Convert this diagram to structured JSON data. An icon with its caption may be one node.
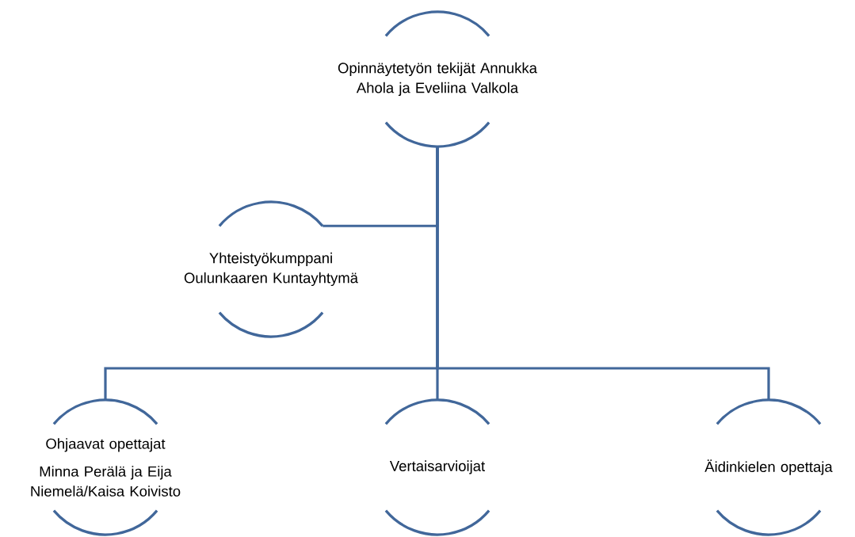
{
  "diagram": {
    "nodes": [
      {
        "text": [
          "Opinnäytetyön tekijät Annukka Ahola ja Eveliina Valkola"
        ]
      },
      {
        "text": [
          "Yhteistyökumppani Oulunkaaren Kuntayhtymä"
        ]
      },
      {
        "text": [
          "Ohjaavat opettajat",
          "Minna Perälä ja Eija Niemelä/Kaisa Koivisto"
        ]
      },
      {
        "text": [
          "Vertaisarvioijat"
        ]
      },
      {
        "text": [
          "Äidinkielen opettaja"
        ]
      }
    ],
    "edges": [
      {
        "from": 0,
        "to": 1,
        "arrow": "none"
      },
      {
        "from": 0,
        "to": 2,
        "arrow": "none"
      },
      {
        "from": 0,
        "to": 3,
        "arrow": "none"
      },
      {
        "from": 0,
        "to": 4,
        "arrow": "none"
      }
    ]
  }
}
